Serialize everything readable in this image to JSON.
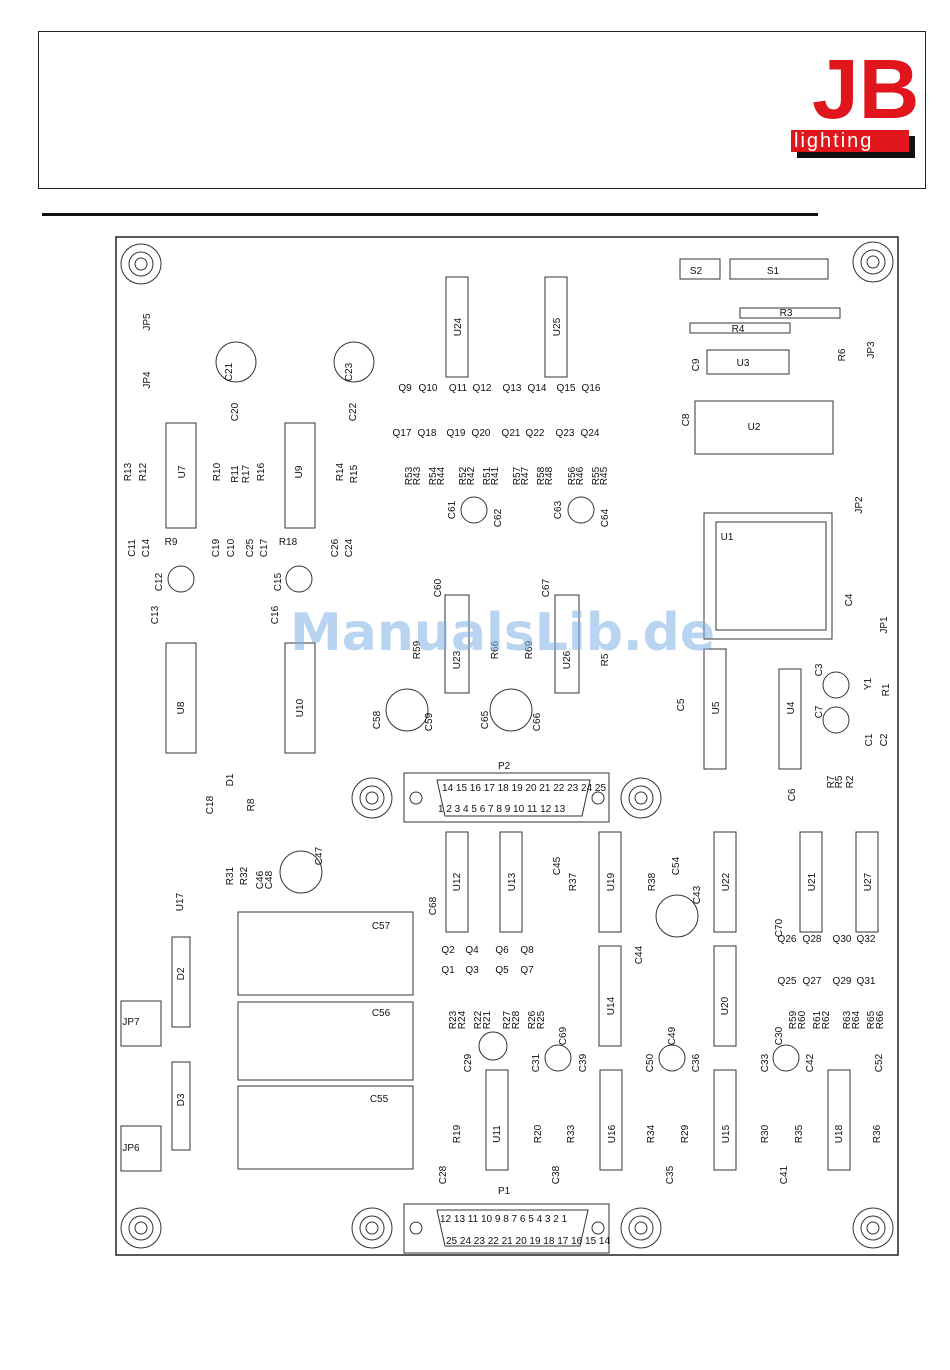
{
  "logo": {
    "letters": "JB",
    "word": "lighting",
    "color": "#e0161c"
  },
  "watermark": "ManualsLib.de",
  "connectors": {
    "P1": {
      "label": "P1",
      "top_pins": "12 13 11 10 9 8 7 6 5 4 3 2 1",
      "bottom_pins": "25 24 23 22 21 20 19 18 17 16 15 14"
    },
    "P2": {
      "label": "P2",
      "top_pins": "14 15 16 17 18 19 20 21 22 23 24 25",
      "bottom_pins": "1 2 3 4 5 6 7 8 9 10 11 12 13"
    }
  },
  "components": [
    {
      "id": "S2",
      "label": "S2"
    },
    {
      "id": "S1",
      "label": "S1"
    },
    {
      "id": "R3",
      "label": "R3"
    },
    {
      "id": "R4",
      "label": "R4"
    },
    {
      "id": "JP5",
      "label": "JP5"
    },
    {
      "id": "JP4",
      "label": "JP4"
    },
    {
      "id": "JP3",
      "label": "JP3"
    },
    {
      "id": "JP2",
      "label": "JP2"
    },
    {
      "id": "JP1",
      "label": "JP1"
    },
    {
      "id": "JP7",
      "label": "JP7"
    },
    {
      "id": "JP6",
      "label": "JP6"
    },
    {
      "id": "U24",
      "label": "U24"
    },
    {
      "id": "U25",
      "label": "U25"
    },
    {
      "id": "U3",
      "label": "U3"
    },
    {
      "id": "U2",
      "label": "U2"
    },
    {
      "id": "U1",
      "label": "U1"
    },
    {
      "id": "R6",
      "label": "R6"
    },
    {
      "id": "C9",
      "label": "C9"
    },
    {
      "id": "C8",
      "label": "C8"
    },
    {
      "id": "C21",
      "label": "C21"
    },
    {
      "id": "C23",
      "label": "C23"
    },
    {
      "id": "C20",
      "label": "C20"
    },
    {
      "id": "C22",
      "label": "C22"
    },
    {
      "id": "Q9",
      "label": "Q9"
    },
    {
      "id": "Q10",
      "label": "Q10"
    },
    {
      "id": "Q11",
      "label": "Q11"
    },
    {
      "id": "Q12",
      "label": "Q12"
    },
    {
      "id": "Q13",
      "label": "Q13"
    },
    {
      "id": "Q14",
      "label": "Q14"
    },
    {
      "id": "Q15",
      "label": "Q15"
    },
    {
      "id": "Q16",
      "label": "Q16"
    },
    {
      "id": "Q17",
      "label": "Q17"
    },
    {
      "id": "Q18",
      "label": "Q18"
    },
    {
      "id": "Q19",
      "label": "Q19"
    },
    {
      "id": "Q20",
      "label": "Q20"
    },
    {
      "id": "Q21",
      "label": "Q21"
    },
    {
      "id": "Q22",
      "label": "Q22"
    },
    {
      "id": "Q23",
      "label": "Q23"
    },
    {
      "id": "Q24",
      "label": "Q24"
    },
    {
      "id": "R13",
      "label": "R13"
    },
    {
      "id": "R12",
      "label": "R12"
    },
    {
      "id": "U7",
      "label": "U7"
    },
    {
      "id": "R10",
      "label": "R10"
    },
    {
      "id": "R11",
      "label": "R11"
    },
    {
      "id": "R17",
      "label": "R17"
    },
    {
      "id": "R16",
      "label": "R16"
    },
    {
      "id": "U9",
      "label": "U9"
    },
    {
      "id": "R14",
      "label": "R14"
    },
    {
      "id": "R15",
      "label": "R15"
    },
    {
      "id": "R53",
      "label": "R53"
    },
    {
      "id": "R43",
      "label": "R43"
    },
    {
      "id": "R54",
      "label": "R54"
    },
    {
      "id": "R44",
      "label": "R44"
    },
    {
      "id": "R52",
      "label": "R52"
    },
    {
      "id": "R42",
      "label": "R42"
    },
    {
      "id": "R51",
      "label": "R51"
    },
    {
      "id": "R41",
      "label": "R41"
    },
    {
      "id": "R57",
      "label": "R57"
    },
    {
      "id": "R47",
      "label": "R47"
    },
    {
      "id": "R58",
      "label": "R58"
    },
    {
      "id": "R48",
      "label": "R48"
    },
    {
      "id": "R56",
      "label": "R56"
    },
    {
      "id": "R46",
      "label": "R46"
    },
    {
      "id": "R55",
      "label": "R55"
    },
    {
      "id": "R45",
      "label": "R45"
    },
    {
      "id": "C11",
      "label": "C11"
    },
    {
      "id": "C14",
      "label": "C14"
    },
    {
      "id": "R9",
      "label": "R9"
    },
    {
      "id": "C19",
      "label": "C19"
    },
    {
      "id": "C10",
      "label": "C10"
    },
    {
      "id": "C25",
      "label": "C25"
    },
    {
      "id": "C17",
      "label": "C17"
    },
    {
      "id": "R18",
      "label": "R18"
    },
    {
      "id": "C26",
      "label": "C26"
    },
    {
      "id": "C24",
      "label": "C24"
    },
    {
      "id": "C61",
      "label": "C61"
    },
    {
      "id": "C62",
      "label": "C62"
    },
    {
      "id": "C63",
      "label": "C63"
    },
    {
      "id": "C64",
      "label": "C64"
    },
    {
      "id": "C12",
      "label": "C12"
    },
    {
      "id": "C13",
      "label": "C13"
    },
    {
      "id": "C15",
      "label": "C15"
    },
    {
      "id": "C16",
      "label": "C16"
    },
    {
      "id": "C60",
      "label": "C60"
    },
    {
      "id": "C67",
      "label": "C67"
    },
    {
      "id": "C4",
      "label": "C4"
    },
    {
      "id": "U23",
      "label": "U23"
    },
    {
      "id": "U26",
      "label": "U26"
    },
    {
      "id": "R59a",
      "label": "R59"
    },
    {
      "id": "R66",
      "label": "R66"
    },
    {
      "id": "R69",
      "label": "R69"
    },
    {
      "id": "R5x",
      "label": "R5"
    },
    {
      "id": "U8",
      "label": "U8"
    },
    {
      "id": "U10",
      "label": "U10"
    },
    {
      "id": "C58",
      "label": "C58"
    },
    {
      "id": "C59",
      "label": "C59"
    },
    {
      "id": "C65",
      "label": "C65"
    },
    {
      "id": "C66",
      "label": "C66"
    },
    {
      "id": "C5",
      "label": "C5"
    },
    {
      "id": "U5",
      "label": "U5"
    },
    {
      "id": "U4",
      "label": "U4"
    },
    {
      "id": "C3",
      "label": "C3"
    },
    {
      "id": "Y1",
      "label": "Y1"
    },
    {
      "id": "R1",
      "label": "R1"
    },
    {
      "id": "C7",
      "label": "C7"
    },
    {
      "id": "C1",
      "label": "C1"
    },
    {
      "id": "C2",
      "label": "C2"
    },
    {
      "id": "C18",
      "label": "C18"
    },
    {
      "id": "D1",
      "label": "D1"
    },
    {
      "id": "R8",
      "label": "R8"
    },
    {
      "id": "C6",
      "label": "C6"
    },
    {
      "id": "R7",
      "label": "R7"
    },
    {
      "id": "R5",
      "label": "R5"
    },
    {
      "id": "R2",
      "label": "R2"
    },
    {
      "id": "R31",
      "label": "R31"
    },
    {
      "id": "R32",
      "label": "R32"
    },
    {
      "id": "C46",
      "label": "C46"
    },
    {
      "id": "C48",
      "label": "C48"
    },
    {
      "id": "C47",
      "label": "C47"
    },
    {
      "id": "U17",
      "label": "U17"
    },
    {
      "id": "C68",
      "label": "C68"
    },
    {
      "id": "U12",
      "label": "U12"
    },
    {
      "id": "U13",
      "label": "U13"
    },
    {
      "id": "C45",
      "label": "C45"
    },
    {
      "id": "R37",
      "label": "R37"
    },
    {
      "id": "U19",
      "label": "U19"
    },
    {
      "id": "R38",
      "label": "R38"
    },
    {
      "id": "C54",
      "label": "C54"
    },
    {
      "id": "C43",
      "label": "C43"
    },
    {
      "id": "U22",
      "label": "U22"
    },
    {
      "id": "U21",
      "label": "U21"
    },
    {
      "id": "U27",
      "label": "U27"
    },
    {
      "id": "C70",
      "label": "C70"
    },
    {
      "id": "C44",
      "label": "C44"
    },
    {
      "id": "C57",
      "label": "C57"
    },
    {
      "id": "C56",
      "label": "C56"
    },
    {
      "id": "C55",
      "label": "C55"
    },
    {
      "id": "D2",
      "label": "D2"
    },
    {
      "id": "D3",
      "label": "D3"
    },
    {
      "id": "Q2",
      "label": "Q2"
    },
    {
      "id": "Q4",
      "label": "Q4"
    },
    {
      "id": "Q6",
      "label": "Q6"
    },
    {
      "id": "Q8",
      "label": "Q8"
    },
    {
      "id": "Q1",
      "label": "Q1"
    },
    {
      "id": "Q3",
      "label": "Q3"
    },
    {
      "id": "Q5",
      "label": "Q5"
    },
    {
      "id": "Q7",
      "label": "Q7"
    },
    {
      "id": "Q26",
      "label": "Q26"
    },
    {
      "id": "Q28",
      "label": "Q28"
    },
    {
      "id": "Q30",
      "label": "Q30"
    },
    {
      "id": "Q32",
      "label": "Q32"
    },
    {
      "id": "Q25",
      "label": "Q25"
    },
    {
      "id": "Q27",
      "label": "Q27"
    },
    {
      "id": "Q29",
      "label": "Q29"
    },
    {
      "id": "Q31",
      "label": "Q31"
    },
    {
      "id": "R23",
      "label": "R23"
    },
    {
      "id": "R24",
      "label": "R24"
    },
    {
      "id": "R22",
      "label": "R22"
    },
    {
      "id": "R21",
      "label": "R21"
    },
    {
      "id": "R27",
      "label": "R27"
    },
    {
      "id": "R28",
      "label": "R28"
    },
    {
      "id": "R26",
      "label": "R26"
    },
    {
      "id": "R25",
      "label": "R25"
    },
    {
      "id": "R59",
      "label": "R59"
    },
    {
      "id": "R60",
      "label": "R60"
    },
    {
      "id": "R61",
      "label": "R61"
    },
    {
      "id": "R62",
      "label": "R62"
    },
    {
      "id": "R63",
      "label": "R63"
    },
    {
      "id": "R64",
      "label": "R64"
    },
    {
      "id": "R65",
      "label": "R65"
    },
    {
      "id": "R66b",
      "label": "R66"
    },
    {
      "id": "U14",
      "label": "U14"
    },
    {
      "id": "U20",
      "label": "U20"
    },
    {
      "id": "C69",
      "label": "C69"
    },
    {
      "id": "C49",
      "label": "C49"
    },
    {
      "id": "C30",
      "label": "C30"
    },
    {
      "id": "C29",
      "label": "C29"
    },
    {
      "id": "C31",
      "label": "C31"
    },
    {
      "id": "C39",
      "label": "C39"
    },
    {
      "id": "C50",
      "label": "C50"
    },
    {
      "id": "C36",
      "label": "C36"
    },
    {
      "id": "C33",
      "label": "C33"
    },
    {
      "id": "C42",
      "label": "C42"
    },
    {
      "id": "C52",
      "label": "C52"
    },
    {
      "id": "R19",
      "label": "R19"
    },
    {
      "id": "U11",
      "label": "U11"
    },
    {
      "id": "R20",
      "label": "R20"
    },
    {
      "id": "R33",
      "label": "R33"
    },
    {
      "id": "U16",
      "label": "U16"
    },
    {
      "id": "R34",
      "label": "R34"
    },
    {
      "id": "R29",
      "label": "R29"
    },
    {
      "id": "U15",
      "label": "U15"
    },
    {
      "id": "R30",
      "label": "R30"
    },
    {
      "id": "R35",
      "label": "R35"
    },
    {
      "id": "U18",
      "label": "U18"
    },
    {
      "id": "R36",
      "label": "R36"
    },
    {
      "id": "C28",
      "label": "C28"
    },
    {
      "id": "C38",
      "label": "C38"
    },
    {
      "id": "C35",
      "label": "C35"
    },
    {
      "id": "C41",
      "label": "C41"
    }
  ]
}
